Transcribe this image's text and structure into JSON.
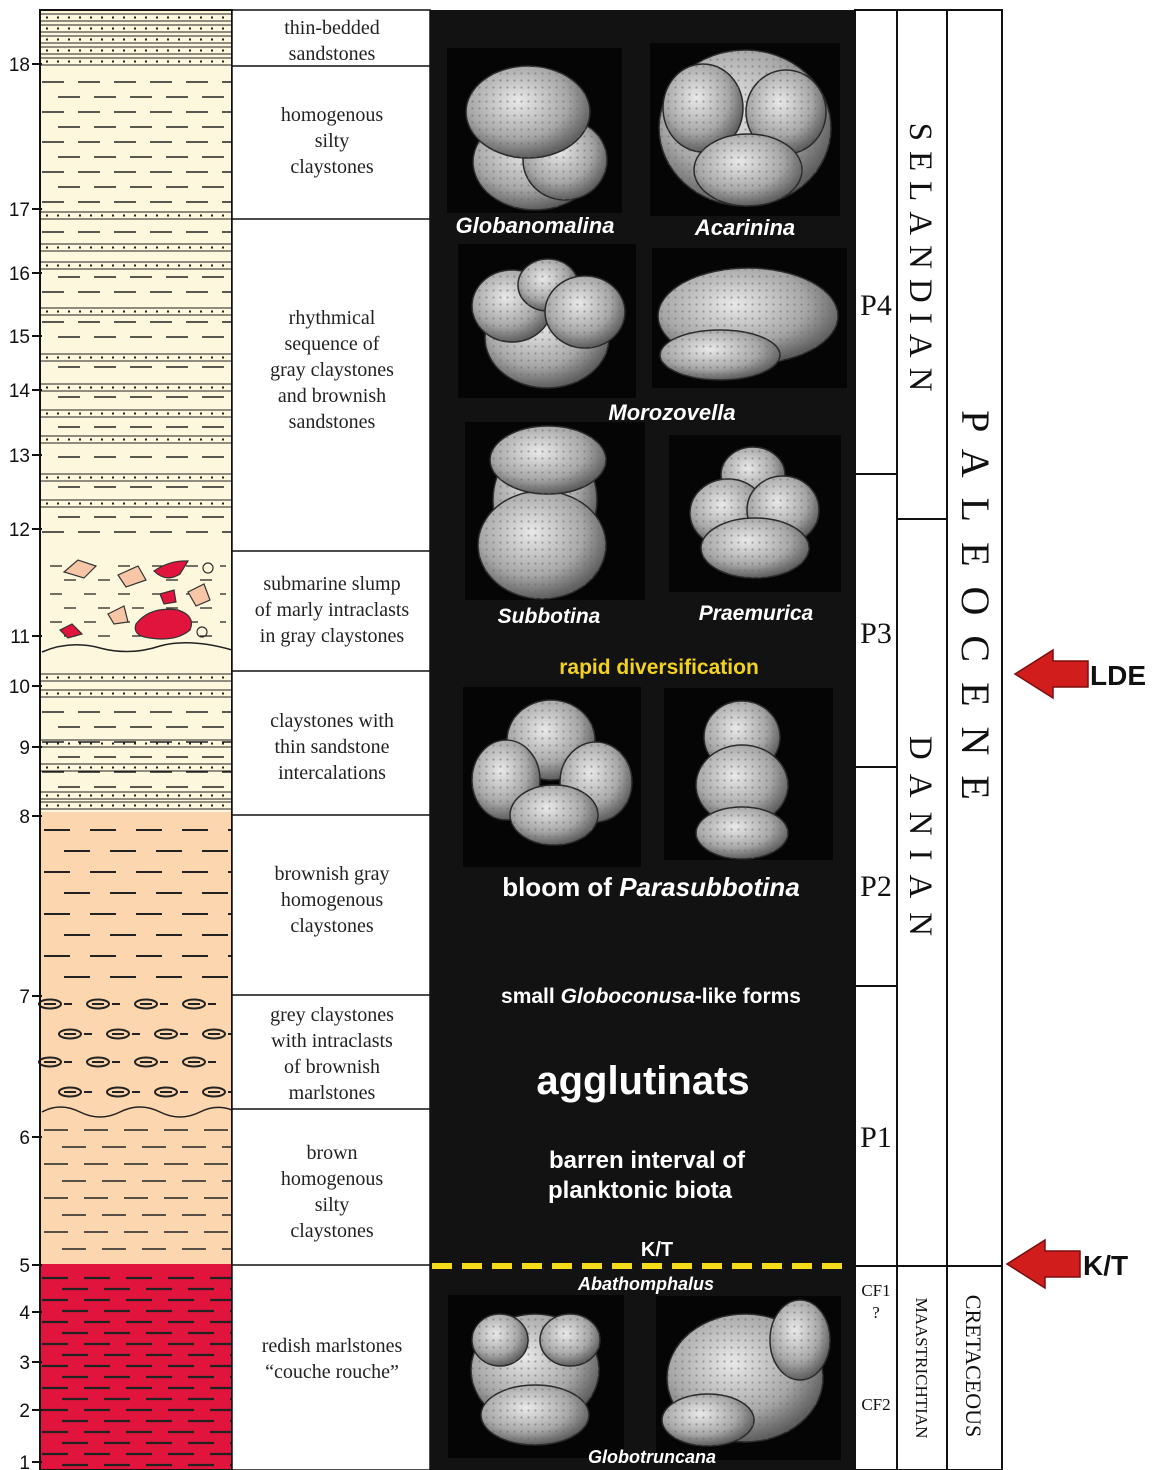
{
  "scale": {
    "ticks": [
      {
        "label": "18",
        "value": 18
      },
      {
        "label": "17",
        "value": 17
      },
      {
        "label": "16",
        "value": 16
      },
      {
        "label": "15",
        "value": 15
      },
      {
        "label": "14",
        "value": 14
      },
      {
        "label": "13",
        "value": 13
      },
      {
        "label": "12",
        "value": 12
      },
      {
        "label": "11",
        "value": 11
      },
      {
        "label": "10",
        "value": 10
      },
      {
        "label": "9",
        "value": 9
      },
      {
        "label": "8",
        "value": 8
      },
      {
        "label": "7",
        "value": 7
      },
      {
        "label": "6",
        "value": 6
      },
      {
        "label": "5",
        "value": 5
      },
      {
        "label": "4",
        "value": 4
      },
      {
        "label": "3",
        "value": 3
      },
      {
        "label": "2",
        "value": 2
      },
      {
        "label": "1",
        "value": 1
      }
    ]
  },
  "lithology": [
    {
      "lines": [
        "thin-bedded",
        "sandstones"
      ]
    },
    {
      "lines": [
        "homogenous",
        "silty",
        "claystones"
      ]
    },
    {
      "lines": [
        "rhythmical",
        "sequence of",
        "gray claystones",
        "and brownish",
        "sandstones"
      ]
    },
    {
      "lines": [
        "submarine slump",
        "of marly intraclasts",
        "in gray claystones"
      ]
    },
    {
      "lines": [
        "claystones with",
        "thin sandstone",
        "intercalations"
      ]
    },
    {
      "lines": [
        "brownish gray",
        "homogenous",
        "claystones"
      ]
    },
    {
      "lines": [
        "grey claystones",
        "with intraclasts",
        "of brownish",
        "marlstones"
      ]
    },
    {
      "lines": [
        "brown",
        "homogenous",
        "silty",
        "claystones"
      ]
    },
    {
      "lines": [
        "redish marlstones",
        "“couche rouche”"
      ]
    }
  ],
  "fossils": {
    "names": [
      "Globanomalina",
      "Acarinina",
      "Morozovella",
      "Subbotina",
      "Praemurica",
      "Abathomphalus",
      "Globotruncana"
    ],
    "rapid": "rapid diversification",
    "bloom_prefix": "bloom of ",
    "bloom_taxon": "Parasubbotina",
    "small_prefix": "small ",
    "small_taxon": "Globoconusa",
    "small_suffix": "-like forms",
    "agglutinats": "agglutinats",
    "barren_line1": "barren interval of",
    "barren_line2": "planktonic biota",
    "kt_label": "K/T"
  },
  "zones": [
    "P4",
    "P3",
    "P2",
    "P1",
    "CF1",
    "?",
    "CF2"
  ],
  "stages": {
    "selandian": "SELANDIAN",
    "danian": "DANIAN",
    "maastrichtian": "MAASTRICHTIAN"
  },
  "series": {
    "paleocene": "PALEOCENE",
    "cretaceous": "CRETACEOUS"
  },
  "markers": [
    {
      "label": "LDE"
    },
    {
      "label": "K/T"
    }
  ],
  "colors": {
    "sand_yellow": "#fdf8dd",
    "brown_clay": "#fbd6ae",
    "red_marl": "#e0143c",
    "panel_black": "#121212",
    "kt_yellow": "#f4dc1a",
    "label_yellow": "#f2d21e",
    "arrow_red": "#d21d1d"
  }
}
